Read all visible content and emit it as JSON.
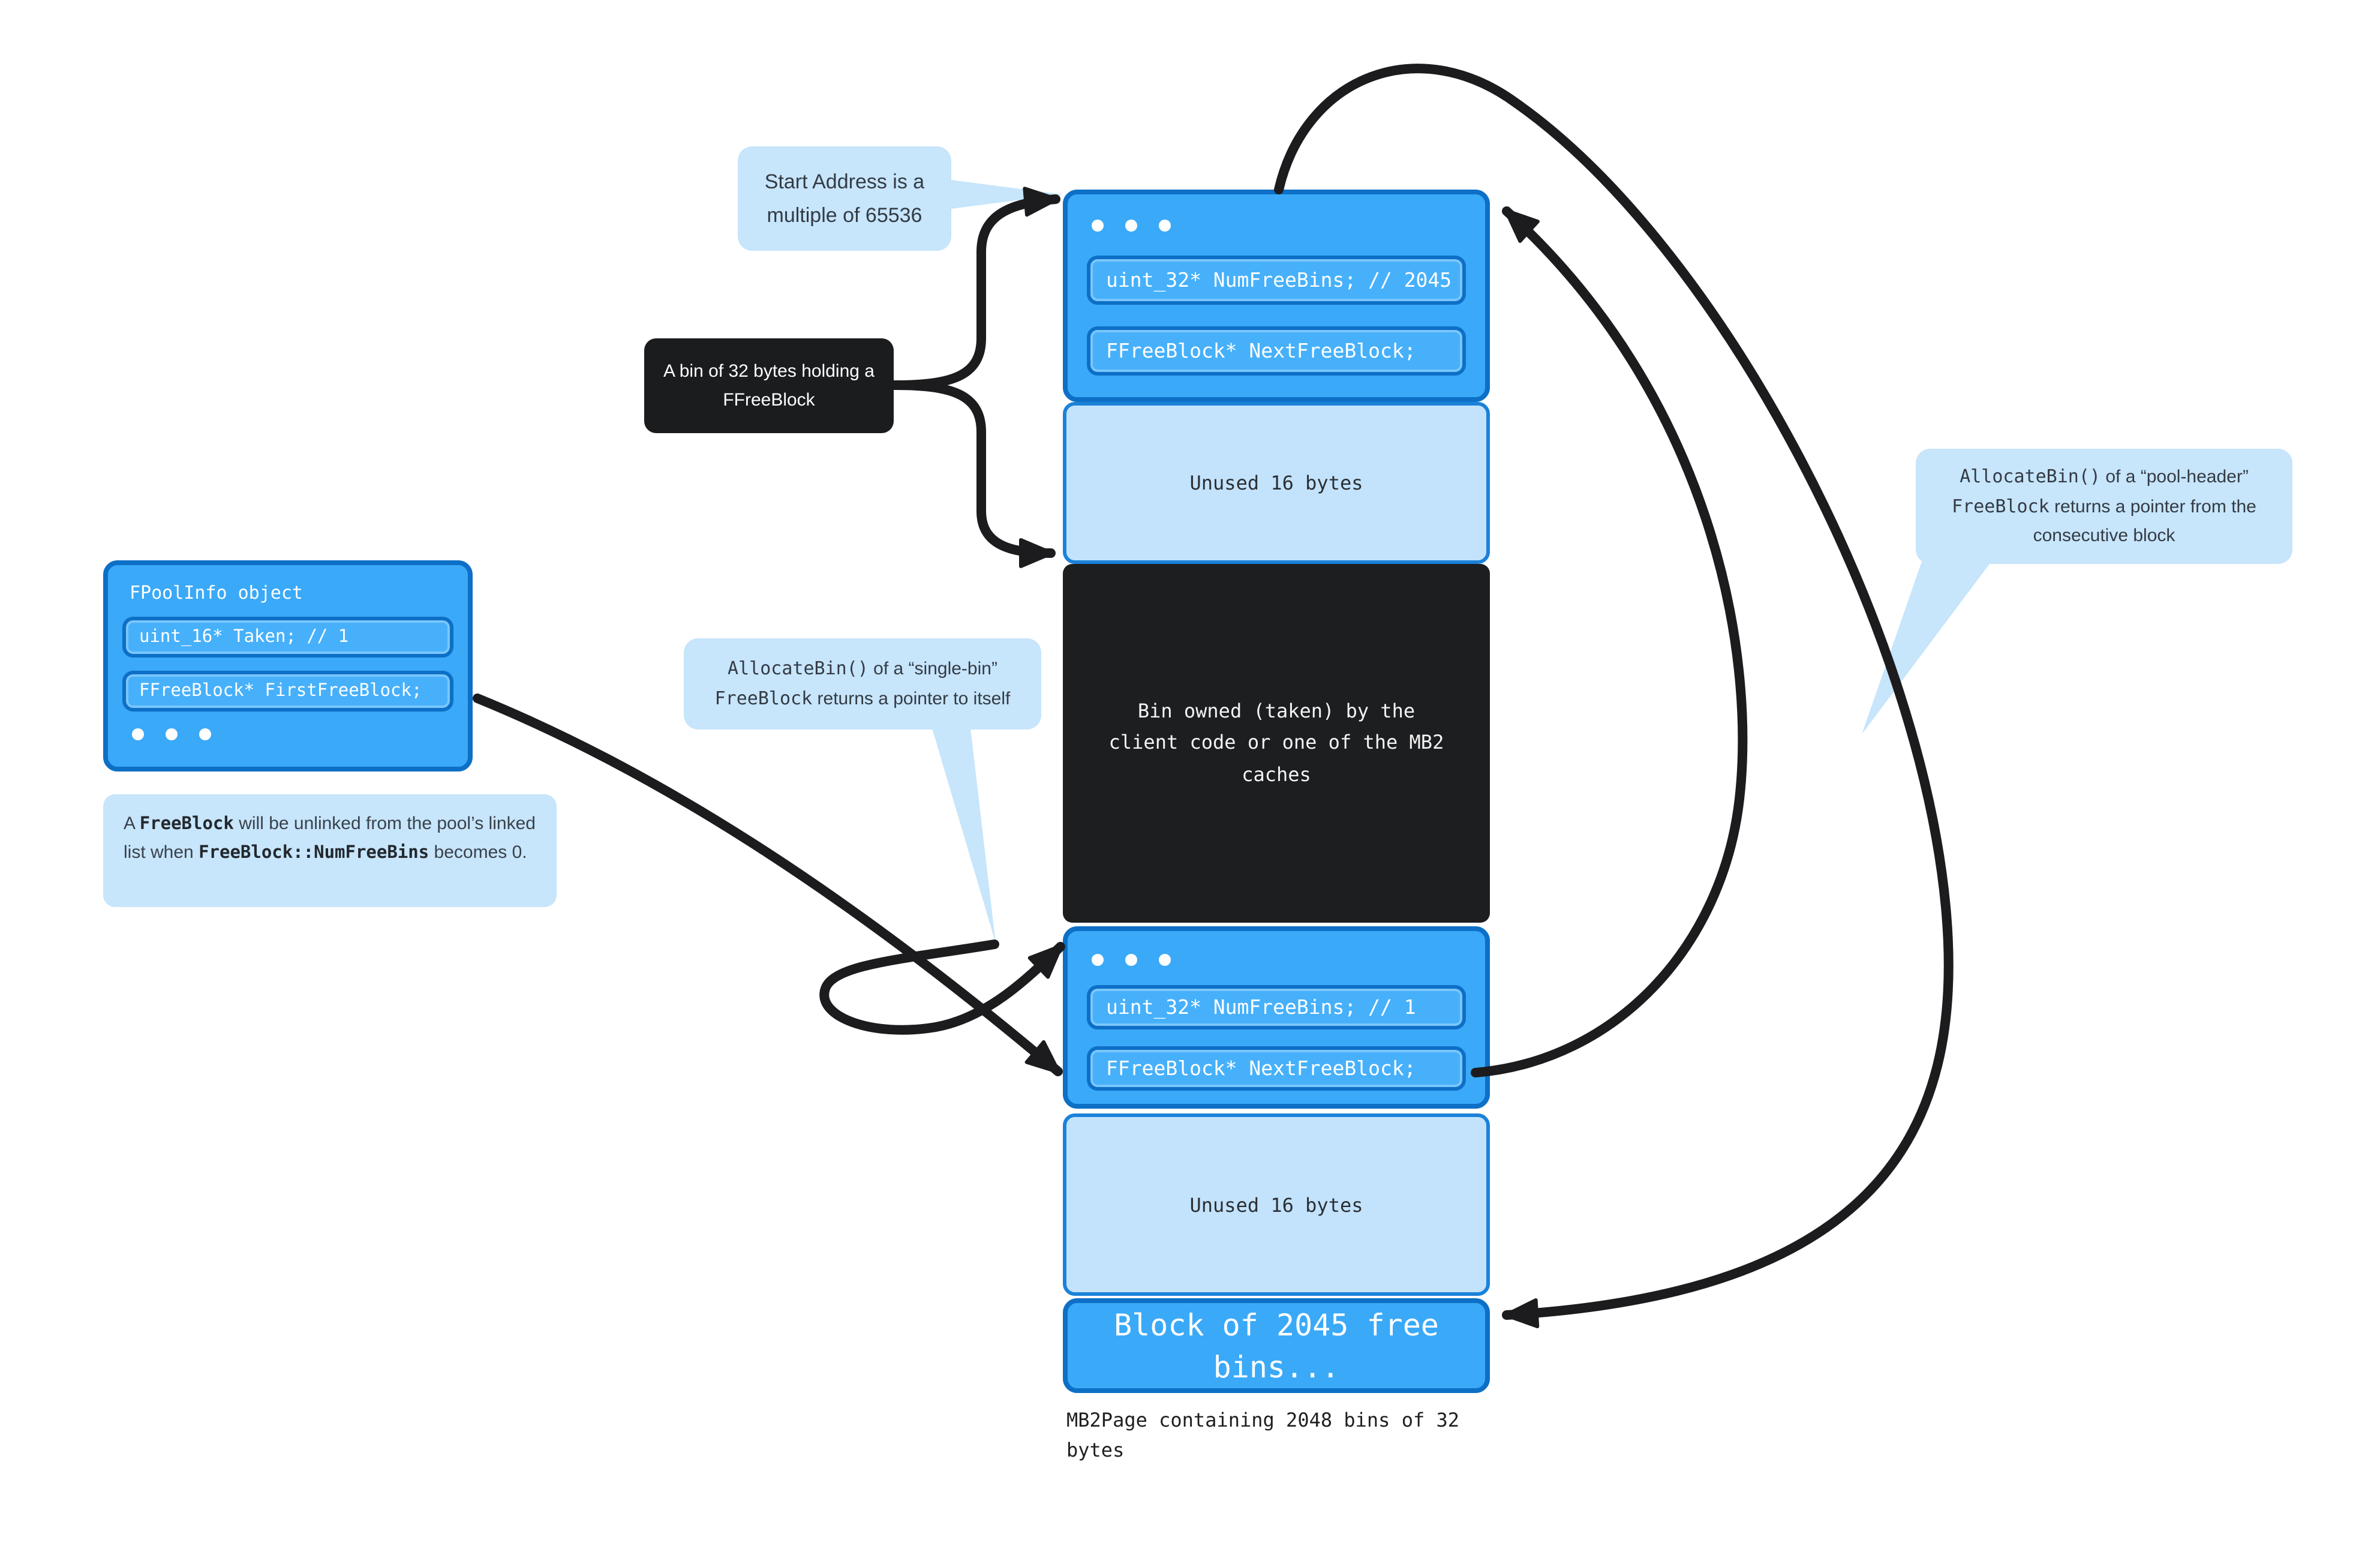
{
  "colors": {
    "block_blue": "#3aa9f8",
    "block_border": "#0d70c6",
    "field_blue": "#47b0fa",
    "light_blue_panel": "#c3e3fd",
    "callout_blue": "#c7e5fb",
    "black_block": "#1d1e20",
    "arrow": "#1c1c1e",
    "white_text": "#ffffff",
    "dark_text": "#333b44"
  },
  "icons": {
    "ellipsis": "• • •"
  },
  "callouts": {
    "start_address": {
      "text": "Start Address is a multiple of 65536"
    },
    "bin32": {
      "text": "A bin of 32 bytes holding a FFreeBlock"
    },
    "single_bin": {
      "segments": [
        {
          "text": "AllocateBin()"
        },
        {
          "text": " of a “single-bin” "
        },
        {
          "text": "FreeBlock"
        },
        {
          "text": " returns a pointer to itself"
        }
      ]
    },
    "pool_header": {
      "segments": [
        {
          "text": "AllocateBin()"
        },
        {
          "text": " of a “pool-header” "
        },
        {
          "text": "FreeBlock"
        },
        {
          "text": " returns a pointer from the consecutive block"
        }
      ]
    }
  },
  "pool_info": {
    "title": "FPoolInfo object",
    "fields": [
      "uint_16* Taken; // 1",
      "FFreeBlock* FirstFreeBlock;"
    ]
  },
  "note": {
    "segments": [
      {
        "text": "A "
      },
      {
        "text": "FreeBlock"
      },
      {
        "text": " will be unlinked from the pool’s linked list when "
      },
      {
        "text": "FreeBlock::NumFreeBins"
      },
      {
        "text": " becomes 0."
      }
    ]
  },
  "page": {
    "header_block": {
      "fields": [
        "uint_32* NumFreeBins; // 2045",
        "FFreeBlock* NextFreeBlock;"
      ]
    },
    "unused_top": {
      "label": "Unused 16 bytes"
    },
    "taken_block": {
      "text": "Bin owned (taken) by the client code or one of the MB2 caches"
    },
    "single_block": {
      "fields": [
        "uint_32* NumFreeBins; // 1",
        "FFreeBlock* NextFreeBlock;"
      ]
    },
    "unused_bottom": {
      "label": "Unused 16 bytes"
    },
    "free_bins_block": {
      "text": "Block of 2045 free bins..."
    },
    "caption": "MB2Page containing 2048 bins of 32 bytes"
  }
}
